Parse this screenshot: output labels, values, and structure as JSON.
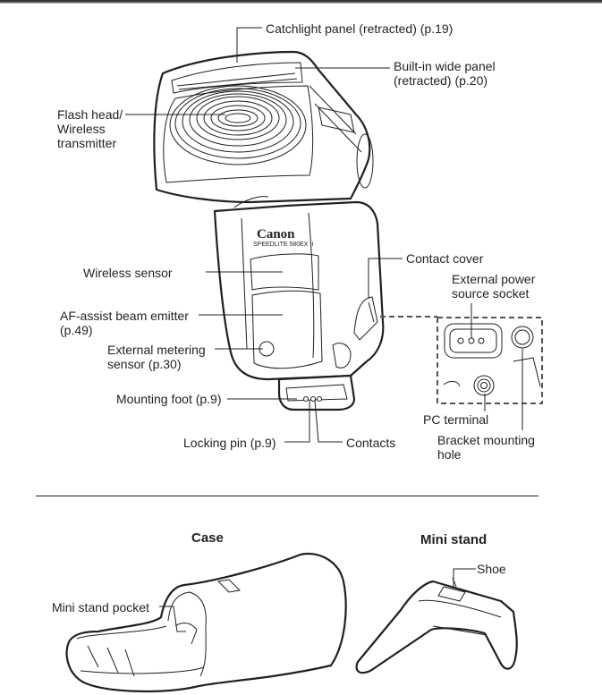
{
  "flash_diagram": {
    "brand_logo": "Canon",
    "model": "SPEEDLITE 580EX II",
    "callouts": {
      "catchlight": "Catchlight panel (retracted) (p.19)",
      "wide_panel_1": "Built-in wide panel",
      "wide_panel_2": "(retracted) (p.20)",
      "flash_head_1": "Flash head/",
      "flash_head_2": "Wireless",
      "flash_head_3": "transmitter",
      "wireless_sensor": "Wireless sensor",
      "af_assist_1": "AF-assist beam emitter",
      "af_assist_2": "(p.49)",
      "ext_metering_1": "External metering",
      "ext_metering_2": "sensor (p.30)",
      "mounting_foot": "Mounting foot (p.9)",
      "locking_pin": "Locking pin (p.9)",
      "contacts": "Contacts",
      "contact_cover": "Contact cover",
      "ext_power_1": "External power",
      "ext_power_2": "source socket",
      "pc_terminal": "PC terminal",
      "bracket_1": "Bracket mounting",
      "bracket_2": "hole"
    }
  },
  "accessories": {
    "case_title": "Case",
    "case_pocket": "Mini stand pocket",
    "stand_title": "Mini stand",
    "stand_shoe": "Shoe"
  }
}
